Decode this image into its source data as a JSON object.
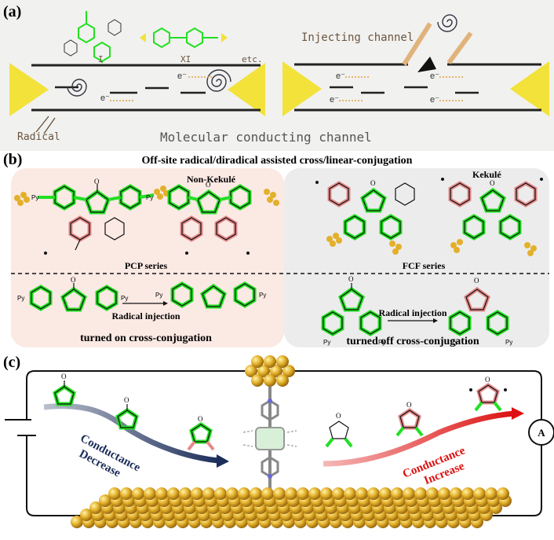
{
  "panel_a": {
    "label": "(a)",
    "molecule_1": "I",
    "molecule_2": "XI",
    "etc": "etc.",
    "injecting_channel": "Injecting channel",
    "radical": "Radical",
    "channel_title": "Molecular conducting channel",
    "electron": "e⁻"
  },
  "panel_b": {
    "label": "(b)",
    "title": "Off-site radical/diradical assisted cross/linear-conjugation",
    "non_kekule": "Non-Kekulé",
    "kekule": "Kekulé",
    "pcp_series": "PCP series",
    "fcf_series": "FCF series",
    "radical_injection_left": "Radical injection",
    "radical_injection_right": "Radical injection",
    "turned_on": "turned on cross-conjugation",
    "turned_off": "turned off cross-conjugation",
    "py": "Py",
    "oxygen": "O"
  },
  "panel_c": {
    "label": "(c)",
    "conductance_decrease_1": "Conductance",
    "conductance_decrease_2": "Decrease",
    "conductance_increase_1": "Conductance",
    "conductance_increase_2": "Increase",
    "ammeter": "A",
    "oxygen": "O"
  },
  "colors": {
    "green": "#22e022",
    "pink": "#e48a8a",
    "navy": "#1c2e5a",
    "red": "#dd1111",
    "gold": "#e3b02a",
    "yellow_electrode": "#f2e23a",
    "pcp_bg": "#fbe9e4",
    "fcf_bg": "#ececec"
  }
}
